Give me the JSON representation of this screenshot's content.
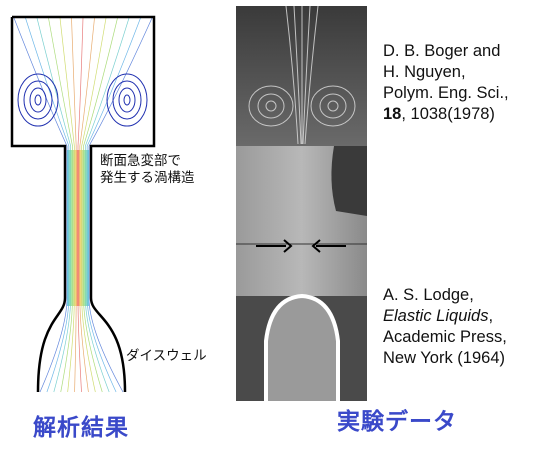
{
  "left_panel": {
    "annotation_vortex_line1": "断面急変部で",
    "annotation_vortex_line2": "発生する渦構造",
    "annotation_die_swell": "ダイスウェル",
    "caption": "解析結果"
  },
  "right_panel": {
    "caption": "実験データ"
  },
  "references": [
    {
      "line1": "D. B. Boger and",
      "line2": "H. Nguyen,",
      "line3": "Polym. Eng. Sci.,",
      "volume": "18",
      "pages": ", 1038(1978)"
    },
    {
      "line1": "A. S. Lodge,",
      "line2": "Elastic Liquids",
      "line2_suffix": ",",
      "line3": "Academic Press,",
      "line4": "New York (1964)"
    }
  ],
  "colors": {
    "caption": "#3a49c9",
    "core_flow": "#e65050",
    "vortex": "#2030b0"
  }
}
